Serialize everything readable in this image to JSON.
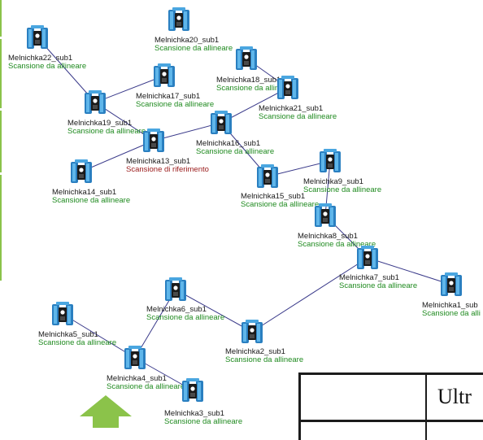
{
  "colors": {
    "edge": "#3a3a8a",
    "status_aligned": "#1f8a1f",
    "status_reference": "#9a1a1a",
    "accent_green": "#8bc34a",
    "scanner_body": "#3b9ad9"
  },
  "icons": {
    "scanner": "laser-scanner-icon",
    "arrow": "arrow-up-icon"
  },
  "nodes": [
    {
      "id": "m20",
      "name": "Melnichka20_sub1",
      "status": "Scansione da allineare"
    },
    {
      "id": "m22",
      "name": "Melnichka22_sub1",
      "status": "Scansione da allineare"
    },
    {
      "id": "m18",
      "name": "Melnichka18_sub1",
      "status": "Scansione da allineare"
    },
    {
      "id": "m17",
      "name": "Melnichka17_sub1",
      "status": "Scansione da allineare"
    },
    {
      "id": "m21",
      "name": "Melnichka21_sub1",
      "status": "Scansione da allineare"
    },
    {
      "id": "m19",
      "name": "Melnichka19_sub1",
      "status": "Scansione da allineare"
    },
    {
      "id": "m16",
      "name": "Melnichka16_sub1",
      "status": "Scansione da allineare"
    },
    {
      "id": "m13",
      "name": "Melnichka13_sub1",
      "status": "Scansione di riferimento",
      "reference": true
    },
    {
      "id": "m14",
      "name": "Melnichka14_sub1",
      "status": "Scansione da allineare"
    },
    {
      "id": "m9",
      "name": "Melnichka9_sub1",
      "status": "Scansione da allineare"
    },
    {
      "id": "m15",
      "name": "Melnichka15_sub1",
      "status": "Scansione da allineare"
    },
    {
      "id": "m8",
      "name": "Melnichka8_sub1",
      "status": "Scansione da allineare"
    },
    {
      "id": "m7",
      "name": "Melnichka7_sub1",
      "status": "Scansione da allineare"
    },
    {
      "id": "m1",
      "name": "Melnichka1_sub",
      "status": "Scansione da alli"
    },
    {
      "id": "m6",
      "name": "Melnichka6_sub1",
      "status": "Scansione da allineare"
    },
    {
      "id": "m5",
      "name": "Melnichka5_sub1",
      "status": "Scansione da allineare"
    },
    {
      "id": "m2",
      "name": "Melnichka2_sub1",
      "status": "Scansione da allineare"
    },
    {
      "id": "m4",
      "name": "Melnichka4_sub1",
      "status": "Scansione da allineare"
    },
    {
      "id": "m3",
      "name": "Melnichka3_sub1",
      "status": "Scansione da allineare"
    }
  ],
  "edges": [
    [
      "m22",
      "m19"
    ],
    [
      "m19",
      "m17"
    ],
    [
      "m19",
      "m13"
    ],
    [
      "m13",
      "m14"
    ],
    [
      "m13",
      "m16"
    ],
    [
      "m16",
      "m21"
    ],
    [
      "m21",
      "m18"
    ],
    [
      "m16",
      "m15"
    ],
    [
      "m15",
      "m9"
    ],
    [
      "m9",
      "m8"
    ],
    [
      "m8",
      "m7"
    ],
    [
      "m7",
      "m1"
    ],
    [
      "m7",
      "m2"
    ],
    [
      "m2",
      "m6"
    ],
    [
      "m6",
      "m4"
    ],
    [
      "m4",
      "m5"
    ],
    [
      "m4",
      "m3"
    ]
  ],
  "table": {
    "cell_text": "Ultr"
  }
}
